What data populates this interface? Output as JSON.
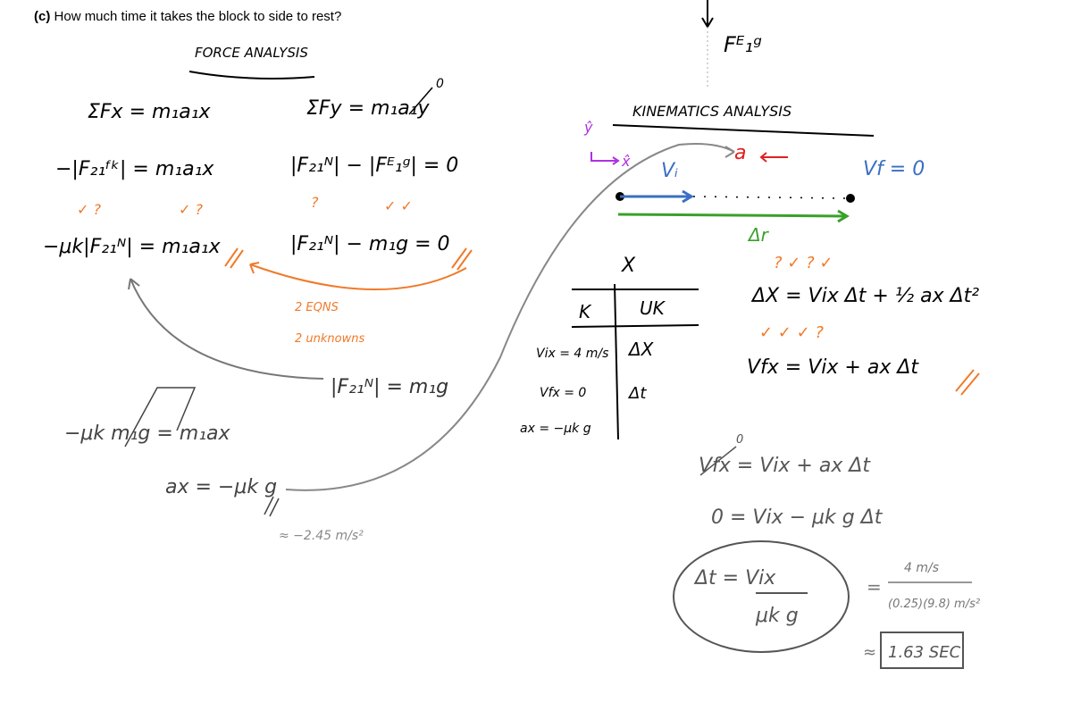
{
  "question": {
    "part": "(c)",
    "text": "How much time it takes the block to side to rest?"
  },
  "force_analysis": {
    "heading": "FORCE ANALYSIS",
    "sum_fx": "ΣFx = m₁a₁x",
    "sum_fy": "ΣFy = m₁a₁y",
    "sum_fy_zero": "0",
    "fx_line1": "−|F₂₁ᶠᵏ| = m₁a₁x",
    "fy_line1": "|F₂₁ᴺ| − |Fᴱ₁ᵍ| = 0",
    "marks_left": "✓  ?",
    "marks_mid": "✓  ?",
    "marks_right_q": "?",
    "marks_right_checks": "✓  ✓",
    "fx_line2": "−μk|F₂₁ᴺ| = m₁a₁x",
    "fy_line2": "|F₂₁ᴺ| − m₁g = 0",
    "note_eqns": "2 EQNS",
    "note_unknowns": "2 unknowns",
    "normal_result": "|F₂₁ᴺ| = m₁g",
    "substitute": "−μk m₁g = m₁ax",
    "ax_result": "ax = −μk g",
    "ax_value": "≈ −2.45 m/s²"
  },
  "gravity_label": "Fᴱ₁ᵍ",
  "kinematics": {
    "heading": "KINEMATICS ANALYSIS",
    "axis_y": "ŷ",
    "axis_x": "x̂",
    "vi_label": "Vᵢ",
    "a_label": "a",
    "vf_label": "Vf = 0",
    "dr_label": "Δr",
    "table": {
      "title": "X",
      "headers": [
        "K",
        "UK"
      ],
      "known": [
        "Vix = 4 m/s",
        "Vfx = 0",
        "ax = −μk g"
      ],
      "unknown": [
        "ΔX",
        "Δt"
      ]
    },
    "marks_eq1": "?      ✓   ?      ✓",
    "eq1": "ΔX = Vix Δt + ½ ax Δt²",
    "marks_eq2": "✓      ✓      ✓  ?",
    "eq2": "Vfx = Vix + ax Δt",
    "eq3": "Vfx = Vix + ax Δt",
    "eq3_zero": "0",
    "eq4": "0 = Vix − μk g Δt",
    "eq5_num": "Δt = Vix",
    "eq5_den": "μk g",
    "eq6_eq": "=",
    "eq6_num": "4 m/s",
    "eq6_den": "(0.25)(9.8) m/s²",
    "answer_prefix": "≈",
    "answer": "1.63 SEC"
  },
  "colors": {
    "ink": "#000000",
    "orange": "#f07a2a",
    "blue": "#3a6fc2",
    "red": "#e02020",
    "green": "#3aa02a",
    "purple": "#b030e0",
    "gray": "#777777"
  }
}
